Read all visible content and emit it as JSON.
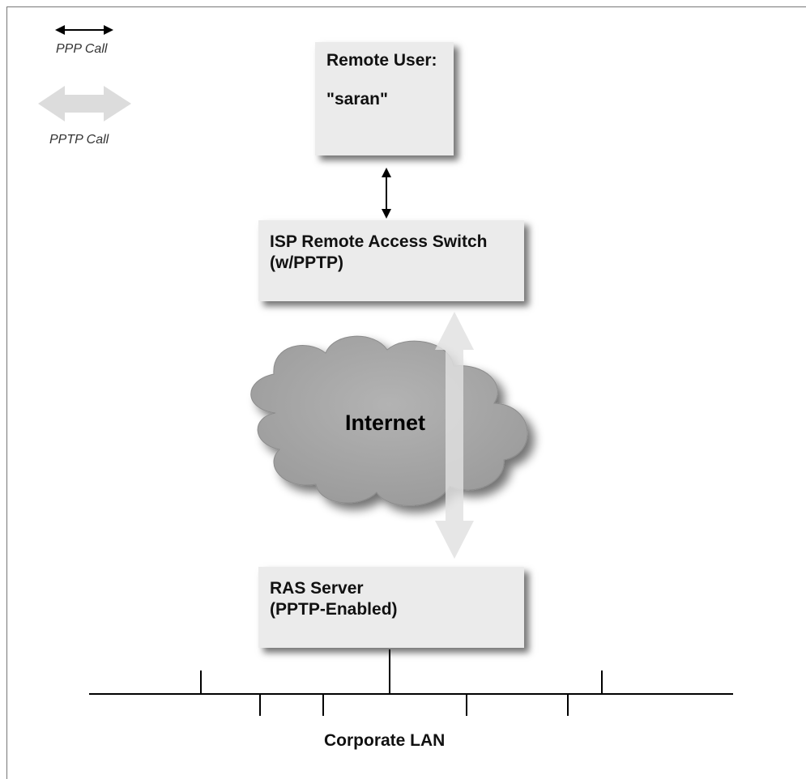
{
  "legend": {
    "ppp_label": "PPP Call",
    "pptp_label": "PPTP Call"
  },
  "nodes": {
    "remote_user": {
      "line1": "Remote User:",
      "line2": "\"saran\""
    },
    "isp_switch": {
      "line1": "ISP Remote Access Switch",
      "line2": "(w/PPTP)"
    },
    "internet": {
      "label": "Internet"
    },
    "ras_server": {
      "line1": "RAS Server",
      "line2": "(PPTP-Enabled)"
    },
    "lan": {
      "label": "Corporate LAN"
    }
  },
  "edges": [
    {
      "from": "remote_user",
      "to": "isp_switch",
      "type": "PPP Call"
    },
    {
      "from": "isp_switch",
      "to": "ras_server",
      "type": "PPTP Call",
      "via": "internet"
    },
    {
      "from": "ras_server",
      "to": "lan",
      "type": "connection"
    }
  ],
  "colors": {
    "box_fill": "#ebebeb",
    "cloud_fill": "#a9a9a9",
    "pptp_arrow": "#dcdcdc",
    "line": "#000000"
  }
}
